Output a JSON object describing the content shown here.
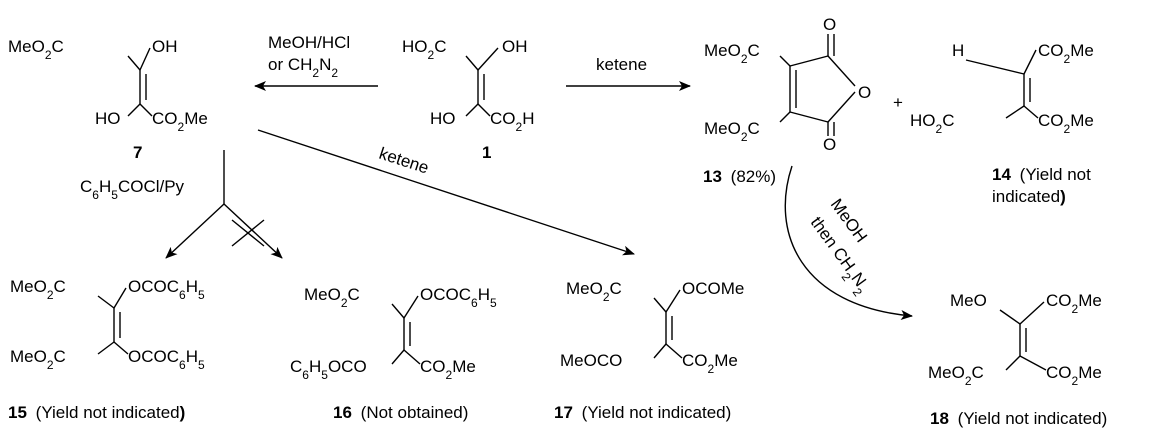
{
  "compounds": {
    "c1": {
      "number": "1",
      "tl": [
        "HO",
        "2",
        "C"
      ],
      "tr": "OH",
      "bl": "HO",
      "br": [
        "CO",
        "2",
        "H"
      ]
    },
    "c7": {
      "number": "7",
      "tl": [
        "MeO",
        "2",
        "C"
      ],
      "tr": "OH",
      "bl": "HO",
      "br": [
        "CO",
        "2",
        "Me"
      ]
    },
    "c13": {
      "number": "13",
      "note": "(82%)",
      "top": [
        "MeO",
        "2",
        "C"
      ],
      "bottom": [
        "MeO",
        "2",
        "C"
      ],
      "o_upper": "O",
      "o_ring": "O",
      "o_lower": "O"
    },
    "c14": {
      "number": "14",
      "note_line1": "(Yield not",
      "note_line2": "indicated",
      "paren": ")",
      "tl": "H",
      "tr": [
        "CO",
        "2",
        "Me"
      ],
      "bl": [
        "HO",
        "2",
        "C"
      ],
      "br": [
        "CO",
        "2",
        "Me"
      ]
    },
    "c15": {
      "number": "15",
      "note": "(Yield not indicated",
      "paren": ")",
      "tl": [
        "MeO",
        "2",
        "C"
      ],
      "tr": [
        "OCOC",
        "6",
        "H",
        "5",
        ""
      ],
      "bl": [
        "MeO",
        "2",
        "C"
      ],
      "br": [
        "OCOC",
        "6",
        "H",
        "5",
        ""
      ]
    },
    "c16": {
      "number": "16",
      "note": "(Not obtained)",
      "tl": [
        "MeO",
        "2",
        "C"
      ],
      "tr": [
        "OCOC",
        "6",
        "H",
        "5",
        ""
      ],
      "bl": [
        "C",
        "6",
        "H",
        "5",
        "OCO"
      ],
      "br": [
        "CO",
        "2",
        "Me"
      ]
    },
    "c17": {
      "number": "17",
      "note": "(Yield not indicated)",
      "tl": [
        "MeO",
        "2",
        "C"
      ],
      "tr": "OCOMe",
      "bl": "MeOCO",
      "br": [
        "CO",
        "2",
        "Me"
      ]
    },
    "c18": {
      "number": "18",
      "note": "(Yield not indicated)",
      "tl": "MeO",
      "tr": [
        "CO",
        "2",
        "Me"
      ],
      "bl": [
        "MeO",
        "2",
        "C"
      ],
      "br": [
        "CO",
        "2",
        "Me"
      ]
    }
  },
  "reagents": {
    "esterification_line1": "MeOH/HCl",
    "esterification_line2_pre": "or CH",
    "esterification_line2_sub": "2",
    "esterification_line2_post": "N",
    "esterification_line2_sub2": "2",
    "ketene_to_13": "ketene",
    "ketene_to_17": "ketene",
    "benzoylation": [
      "C",
      "6",
      "H",
      "5",
      "COCl/Py"
    ],
    "methanolysis_line1": "MeOH",
    "methanolysis_line2": [
      "then CH",
      "2",
      "N",
      "2",
      ""
    ]
  },
  "misc": {
    "plus": "+"
  }
}
